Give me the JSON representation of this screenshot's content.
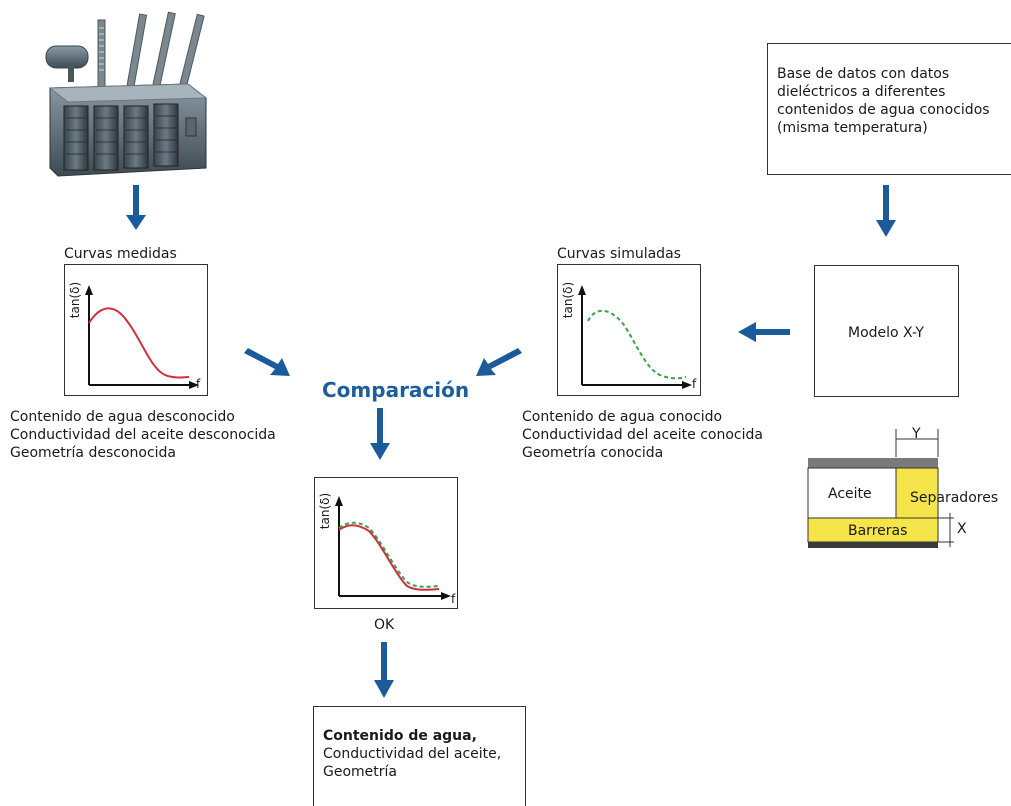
{
  "colors": {
    "arrow": "#1c5b9a",
    "measured_curve": "#d0303a",
    "simulated_curve": "#3aa24a",
    "yellow": "#f5e44a",
    "gray_bar": "#7a7a7a",
    "dark_bar": "#3a3a3a"
  },
  "database_box": {
    "lines": [
      "Base de datos con datos",
      "dieléctricos a diferentes",
      "contenidos de agua conocidos",
      "(misma temperatura)"
    ]
  },
  "measured": {
    "title": "Curvas medidas",
    "axis_y": "tan(δ)",
    "axis_x": "f",
    "lines": [
      "Contenido de agua desconocido",
      "Conductividad del aceite desconocida",
      "Geometría desconocida"
    ]
  },
  "simulated": {
    "title": "Curvas simuladas",
    "axis_y": "tan(δ)",
    "axis_x": "f",
    "lines": [
      "Contenido de agua conocido",
      "Conductividad del aceite conocida",
      "Geometría conocida"
    ]
  },
  "model_box": {
    "label": "Modelo X-Y"
  },
  "comparison": {
    "label": "Comparación",
    "axis_y": "tan(δ)",
    "axis_x": "f",
    "ok_label": "OK"
  },
  "xy_model": {
    "y_label": "Y",
    "x_label": "X",
    "oil_label": "Aceite",
    "spacers_label": "Separadores",
    "barriers_label": "Barreras"
  },
  "result_box": {
    "bold_line": "Contenido de agua,",
    "lines": [
      "Conductividad del aceite,",
      "Geometría"
    ]
  },
  "icons": {
    "transformer": "power-transformer-icon",
    "arrow": "arrow-icon"
  }
}
